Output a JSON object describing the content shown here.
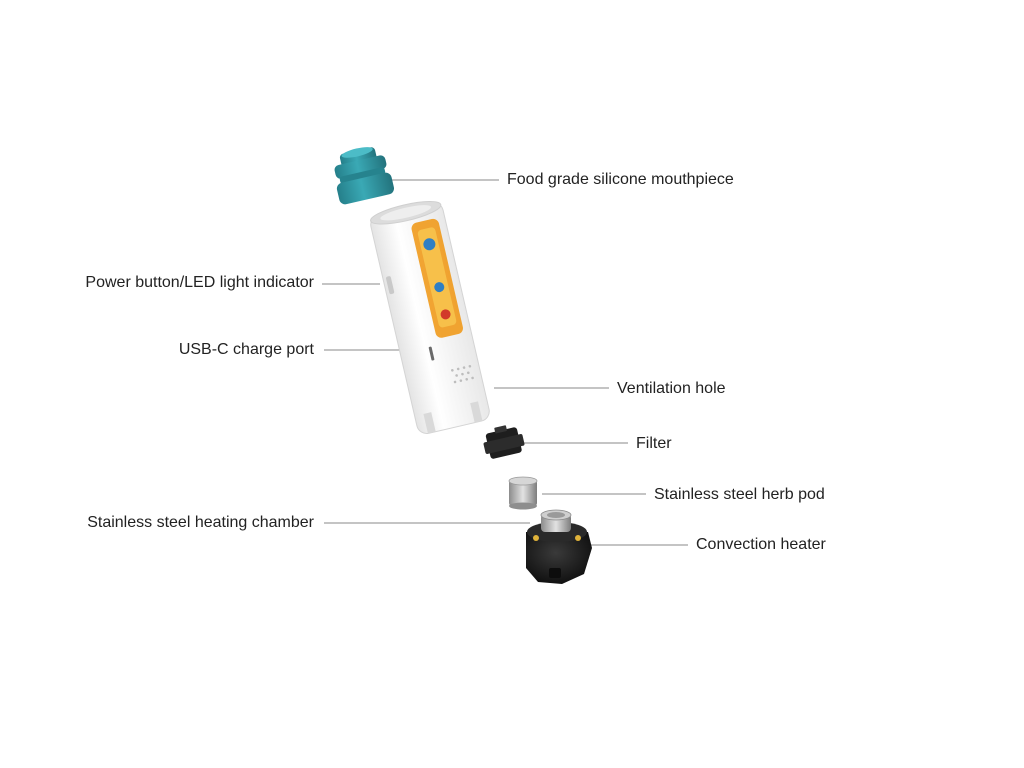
{
  "colors": {
    "mouthpiece": "#2f96a2",
    "body": "#f6f6f6",
    "heater": "#1c1c1c",
    "steel": "#b4b4b4",
    "brand_orange": "#f09a1c",
    "leader_line": "#8a8a8a",
    "text": "#222222"
  },
  "labels": {
    "mouthpiece": "Food grade silicone mouthpiece",
    "power": "Power button/LED light indicator",
    "usbc": "USB-C charge port",
    "ventilation": "Ventilation hole",
    "filter": "Filter",
    "herb_pod": "Stainless steel herb pod",
    "heating_chamber": "Stainless steel heating chamber",
    "convection_heater": "Convection heater"
  }
}
